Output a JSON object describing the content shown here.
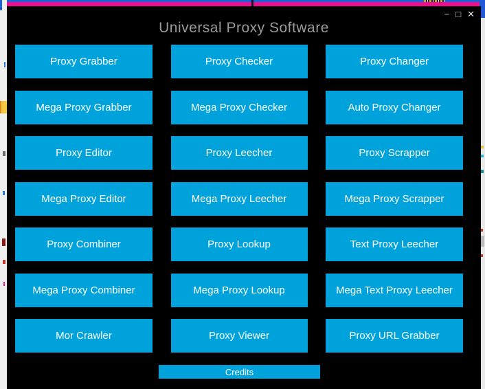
{
  "window": {
    "title": "Universal Proxy Software",
    "controls": {
      "minimize": "−",
      "maximize": "□",
      "close": "✕"
    }
  },
  "main": {
    "buttons": [
      {
        "label": "Proxy Grabber"
      },
      {
        "label": "Proxy Checker"
      },
      {
        "label": "Proxy Changer"
      },
      {
        "label": "Mega Proxy Grabber"
      },
      {
        "label": "Mega Proxy Checker"
      },
      {
        "label": "Auto Proxy Changer"
      },
      {
        "label": "Proxy Editor"
      },
      {
        "label": "Proxy Leecher"
      },
      {
        "label": "Proxy Scrapper"
      },
      {
        "label": "Mega Proxy Editor"
      },
      {
        "label": "Mega Proxy Leecher"
      },
      {
        "label": "Mega Proxy Scrapper"
      },
      {
        "label": "Proxy Combiner"
      },
      {
        "label": "Proxy Lookup"
      },
      {
        "label": "Text Proxy Leecher"
      },
      {
        "label": "Mega Proxy Combiner"
      },
      {
        "label": "Mega Proxy Lookup"
      },
      {
        "label": "Mega Text Proxy Leecher"
      },
      {
        "label": "Mor Crawler"
      },
      {
        "label": "Proxy Viewer"
      },
      {
        "label": "Proxy URL Grabber"
      }
    ],
    "credits": {
      "label": "Credits"
    }
  },
  "colors": {
    "button_cyan": "#00A2DC",
    "window_background": "#000000",
    "title_text": "#9A9A9A",
    "top_bar_magenta": "#F00E8E",
    "top_bar_blue": "#1667D9",
    "button_text": "#FFFFFF"
  }
}
